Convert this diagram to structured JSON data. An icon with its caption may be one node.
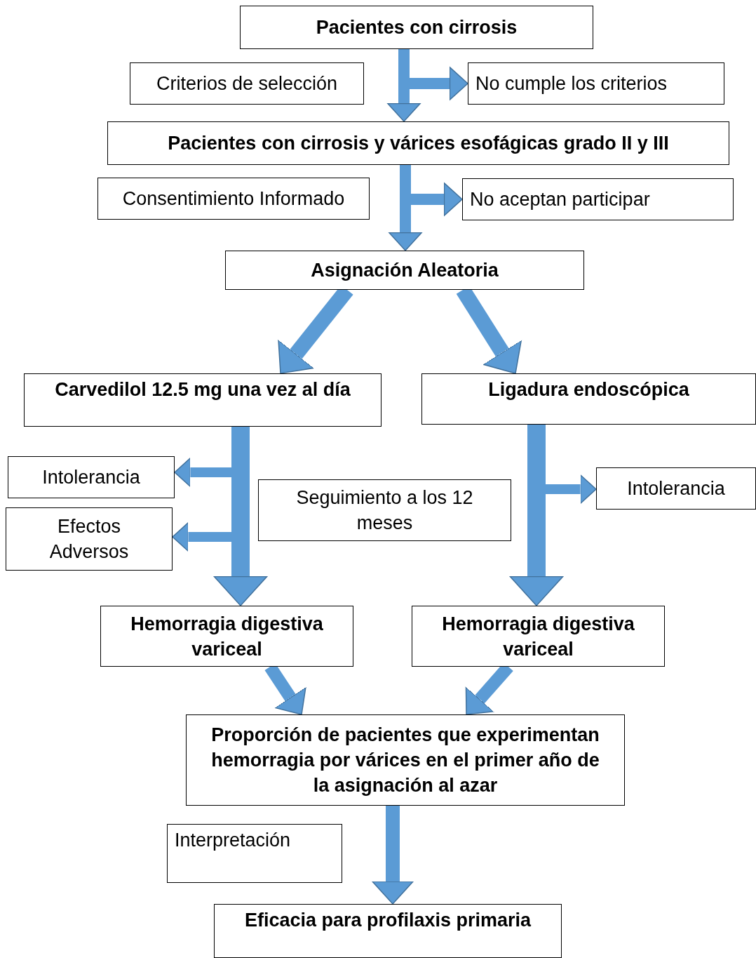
{
  "diagram": {
    "nodes": [
      {
        "text": [
          "Pacientes con cirrosis"
        ]
      },
      {
        "text": [
          "Criterios de selección"
        ]
      },
      {
        "text": [
          "No cumple los criterios"
        ]
      },
      {
        "text": [
          "Pacientes con cirrosis y várices esofágicas grado II y III"
        ]
      },
      {
        "text": [
          "Consentimiento Informado"
        ]
      },
      {
        "text": [
          "No aceptan participar"
        ]
      },
      {
        "text": [
          "Asignación Aleatoria"
        ]
      },
      {
        "text": [
          "Carvedilol 12.5 mg una vez al día"
        ]
      },
      {
        "text": [
          "Ligadura endoscópica"
        ]
      },
      {
        "text": [
          "Intolerancia"
        ]
      },
      {
        "text": [
          "Efectos Adversos"
        ]
      },
      {
        "text": [
          "Seguimiento a los 12 meses"
        ]
      },
      {
        "text": [
          "Intolerancia"
        ]
      },
      {
        "text": [
          "Hemorragia digestiva variceal"
        ]
      },
      {
        "text": [
          "Hemorragia digestiva variceal"
        ]
      },
      {
        "text": [
          "Proporción de pacientes que experimentan hemorragia por várices en el primer año de la asignación al azar"
        ]
      },
      {
        "text": [
          "Interpretación"
        ]
      },
      {
        "text": [
          "Eficacia para profilaxis primaria"
        ]
      }
    ],
    "edges": [
      {
        "from": 0,
        "to": 3,
        "arrow": "to"
      },
      {
        "from": 0,
        "to": 2,
        "arrow": "to"
      },
      {
        "from": 3,
        "to": 6,
        "arrow": "to"
      },
      {
        "from": 3,
        "to": 5,
        "arrow": "to"
      },
      {
        "from": 6,
        "to": 7,
        "arrow": "to"
      },
      {
        "from": 6,
        "to": 8,
        "arrow": "to"
      },
      {
        "from": 7,
        "to": 13,
        "arrow": "to"
      },
      {
        "from": 7,
        "to": 9,
        "arrow": "to"
      },
      {
        "from": 7,
        "to": 10,
        "arrow": "to"
      },
      {
        "from": 8,
        "to": 14,
        "arrow": "to"
      },
      {
        "from": 8,
        "to": 12,
        "arrow": "to"
      },
      {
        "from": 13,
        "to": 15,
        "arrow": "to"
      },
      {
        "from": 14,
        "to": 15,
        "arrow": "to"
      },
      {
        "from": 15,
        "to": 17,
        "arrow": "to"
      }
    ]
  }
}
